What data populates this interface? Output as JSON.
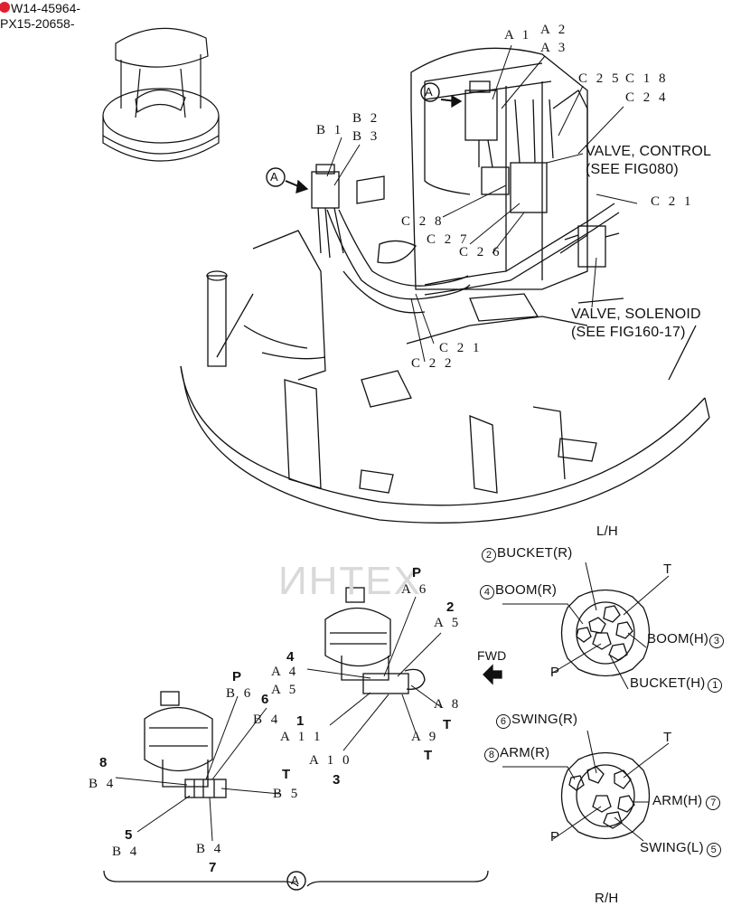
{
  "header": {
    "serial_1": "W14-45964-",
    "serial_2": "PX15-20658-"
  },
  "watermark": "ИНТЕХ",
  "callouts": {
    "a1": "A 1",
    "a2": "A 2",
    "a3": "A 3",
    "b1": "B 1",
    "b2": "B 2",
    "b3": "B 3",
    "c25": "C 2 5",
    "c18": "C 1 8",
    "c24": "C 2 4",
    "c21_top": "C 2 1",
    "c28": "C 2 8",
    "c27": "C 2 7",
    "c26": "C 2 6",
    "c21_mid": "C 2 1",
    "c22": "C 2 2"
  },
  "view_markers": {
    "a_top": "A",
    "a_left": "A",
    "a_bottom": "A"
  },
  "notes": {
    "valve_control_1": "VALVE, CONTROL",
    "valve_control_2": "(SEE FIG080)",
    "valve_solenoid_1": "VALVE, SOLENOID",
    "valve_solenoid_2": "(SEE FIG160-17)"
  },
  "detail_left": {
    "p": "P",
    "b6": "B 6",
    "n6": "6",
    "b4a": "B 4",
    "n8": "8",
    "b4b": "B 4",
    "t": "T",
    "b5": "B 5",
    "n5": "5",
    "b4c": "B 4",
    "b4d": "B 4",
    "n7": "7"
  },
  "detail_right": {
    "p": "P",
    "a6": "A 6",
    "n2": "2",
    "a5": "A 5",
    "n4": "4",
    "a4": "A 4",
    "a5b": "A 5",
    "n1": "1",
    "a11": "A 1 1",
    "a10": "A 1 0",
    "n3": "3",
    "a8": "A 8",
    "t1": "T",
    "a9": "A 9",
    "t2": "T"
  },
  "fwd": "FWD",
  "lh": {
    "title": "L/H",
    "bucket_r": "BUCKET(R)",
    "bucket_r_num": "2",
    "boom_r": "BOOM(R)",
    "boom_r_num": "4",
    "t": "T",
    "boom_h": "BOOM(H)",
    "boom_h_num": "3",
    "p": "P",
    "bucket_h": "BUCKET(H)",
    "bucket_h_num": "1"
  },
  "rh": {
    "title": "R/H",
    "swing_r": "SWING(R)",
    "swing_r_num": "6",
    "arm_r": "ARM(R)",
    "arm_r_num": "8",
    "t": "T",
    "arm_h": "ARM(H)",
    "arm_h_num": "7",
    "p": "P",
    "swing_l": "SWING(L)",
    "swing_l_num": "5"
  }
}
